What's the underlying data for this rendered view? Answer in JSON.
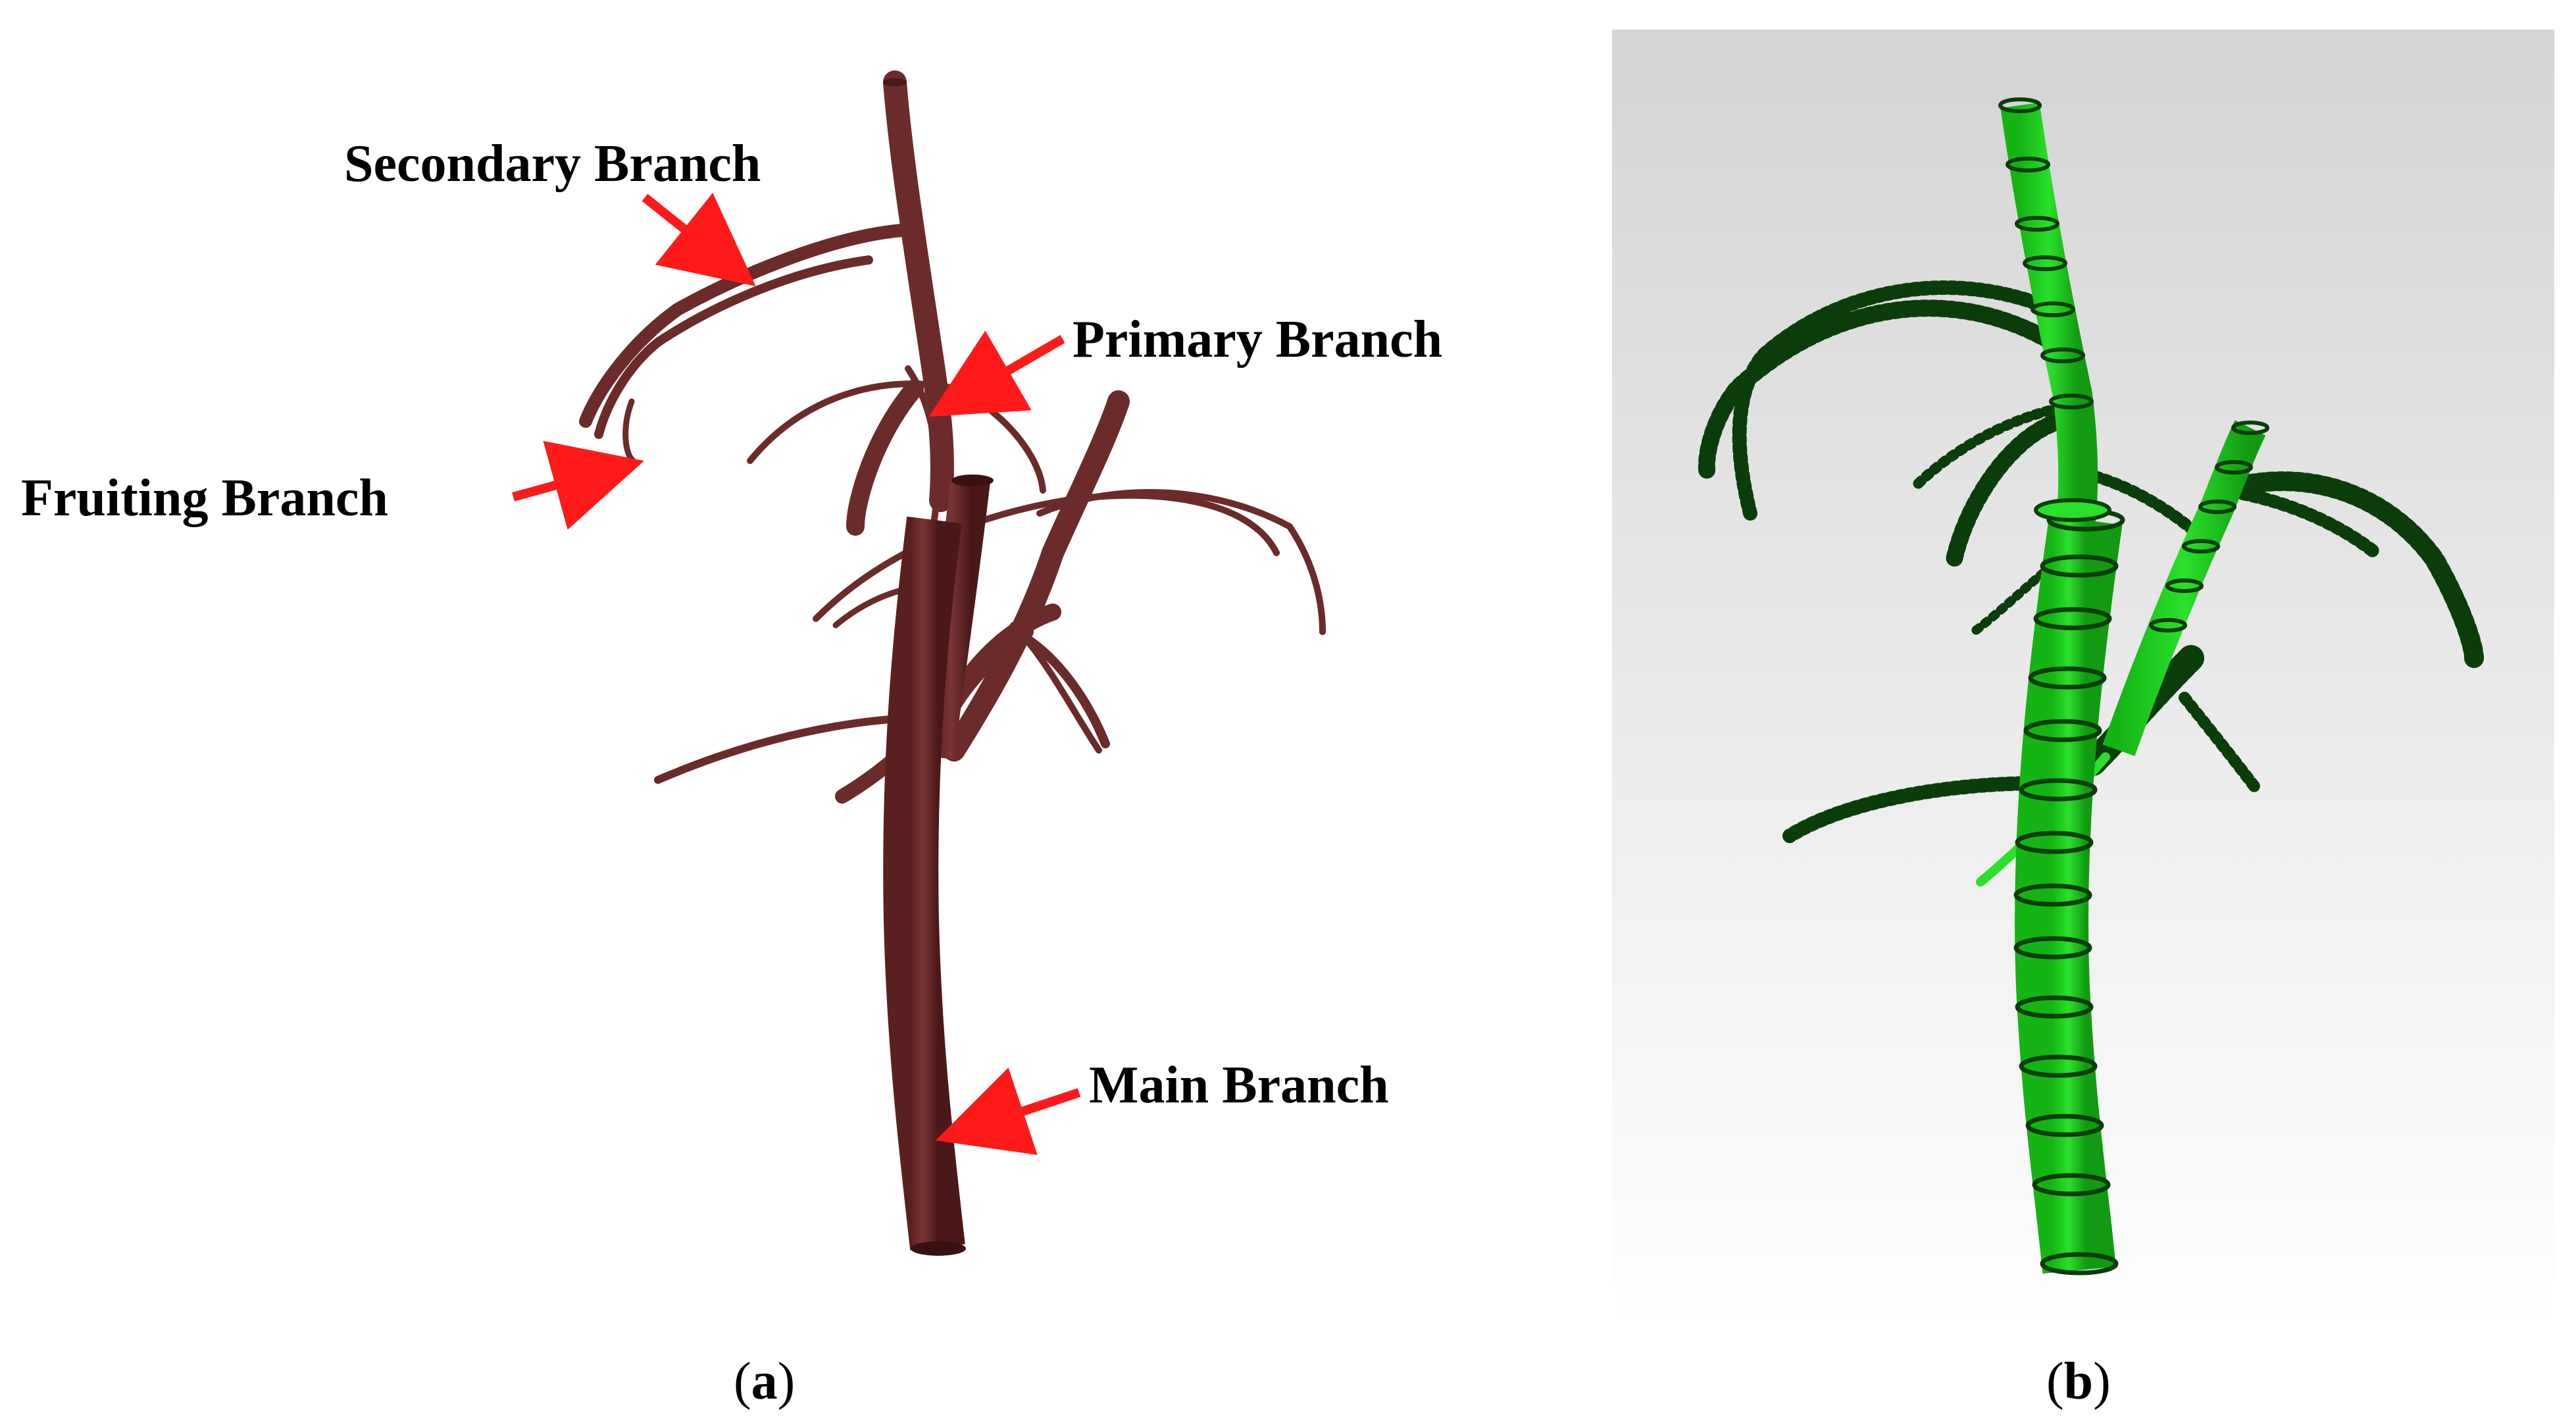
{
  "panel_a": {
    "labels": {
      "secondary": "Secondary Branch",
      "primary": "Primary Branch",
      "fruiting": "Fruiting Branch",
      "main": "Main Branch"
    },
    "caption": {
      "open": "(",
      "letter": "a",
      "close": ")"
    }
  },
  "panel_b": {
    "caption": {
      "open": "(",
      "letter": "b",
      "close": ")"
    }
  },
  "colors": {
    "branch": "#6b2b2b",
    "branch_dark": "#4a1a1a",
    "arrow": "#ff1a1a",
    "mesh_green": "#1fd01f",
    "mesh_dark": "#0b5a0b",
    "mesh_bg_top": "#d6d6d6",
    "mesh_bg_bottom": "#ffffff"
  }
}
